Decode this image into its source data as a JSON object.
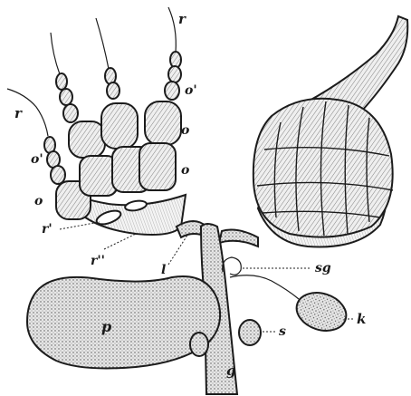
{
  "figure": {
    "labels": {
      "r_top": "r",
      "r_left": "r",
      "o_prime_right": "o'",
      "o_right_1": "o",
      "o_right_2": "o",
      "o_prime_left": "o'",
      "o_left": "o",
      "r_prime": "r'",
      "r_double_prime": "r''",
      "l": "l",
      "sg": "sg",
      "k": "k",
      "p": "p",
      "s": "s",
      "g": "g"
    },
    "colors": {
      "ink": "#1c1c1c",
      "organ_fill": "#d9d9d9",
      "segment_fill": "#ececec",
      "background": "#ffffff"
    }
  }
}
